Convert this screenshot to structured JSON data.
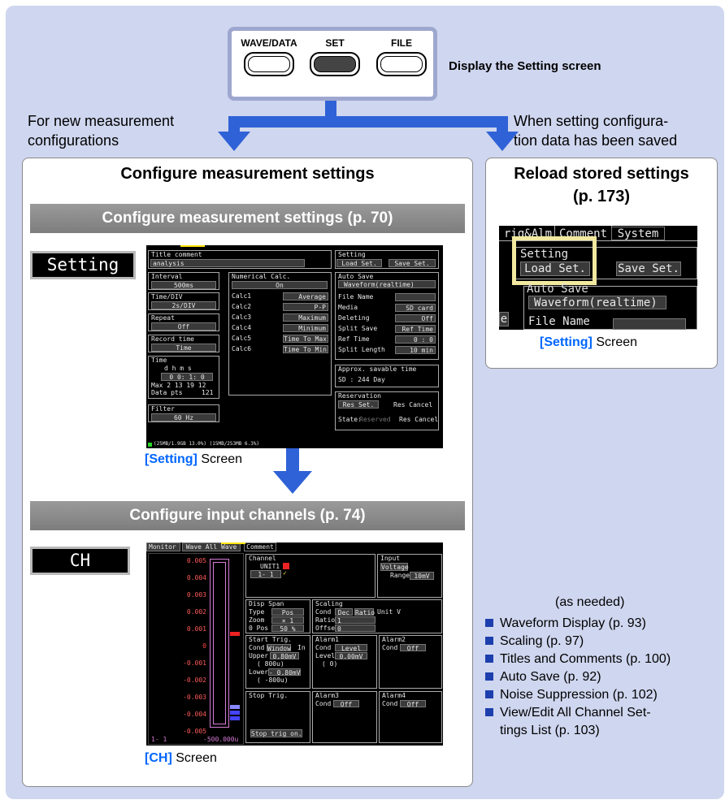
{
  "buttons": {
    "wave_data": "WAVE/DATA",
    "set": "SET",
    "file": "FILE",
    "display_setting_screen": "Display the Setting screen"
  },
  "branches": {
    "left": "For new measurement configurations",
    "left_l1": "For new measurement",
    "left_l2": "configurations",
    "right_l1": "When setting configura-",
    "right_l2": "tion data has been saved"
  },
  "left_panel": {
    "title": "Configure measurement settings",
    "bar1": "Configure measurement settings (p. 70)",
    "key1": "Setting",
    "caption1_key": "[Setting]",
    "caption1_rest": " Screen",
    "bar2": "Configure input channels (p. 74)",
    "key2": "CH",
    "caption2_key": "[CH]",
    "caption2_rest": " Screen"
  },
  "right_panel": {
    "title_l1": "Reload stored settings",
    "title_l2": "(p. 173)",
    "caption_key": "[Setting]",
    "caption_rest": " Screen",
    "zoom": {
      "tabs": [
        "rig&Alm",
        "Comment",
        "System"
      ],
      "setting": "Setting",
      "load": "Load Set.",
      "save": "Save Set.",
      "auto_save": "Auto Save",
      "waveform": "Waveform(realtime)",
      "file_name": "File Name",
      "edge": "e"
    }
  },
  "as_needed": {
    "header": "(as needed)",
    "items": [
      "Waveform Display (p. 93)",
      "Scaling (p. 97)",
      "Titles and Comments (p. 100)",
      "Auto Save (p. 92)",
      "Noise Suppression (p. 102)",
      "View/Edit All Channel Set-",
      "tings List (p. 103)"
    ]
  },
  "setting_screen": {
    "title_comment": "Title comment",
    "analysis": "analysis",
    "interval": "Interval",
    "interval_val": "500ms",
    "timediv": "Time/DIV",
    "timediv_val": "2s/DIV",
    "repeat": "Repeat",
    "repeat_val": "Off",
    "record_time": "Record time",
    "record_val": "Time",
    "time": "Time",
    "dhms": "d  h  m  s",
    "dhms_val": "0  0: 1: 0",
    "max": "Max   2 13 19 12",
    "data_pts": "Data pts",
    "data_pts_val": "121",
    "filter": "Filter",
    "filter_val": "60 Hz",
    "numcalc": "Numerical Calc.",
    "numcalc_val": "On",
    "calcs": [
      "Calc1",
      "Calc2",
      "Calc3",
      "Calc4",
      "Calc5",
      "Calc6"
    ],
    "calc_vals": [
      "Average",
      "P-P",
      "Maximum",
      "Minimum",
      "Time To Max",
      "Time To Min"
    ],
    "setting": "Setting",
    "load": "Load Set.",
    "save": "Save Set.",
    "auto_save": "Auto Save",
    "waveform": "Waveform(realtime)",
    "rows": [
      "File Name",
      "Media",
      "Deleting",
      "Split Save",
      "Ref Time",
      "Split Length"
    ],
    "row_vals": [
      "",
      "SD card",
      "Off",
      "Ref Time",
      "0 : 0",
      "10 min"
    ],
    "approx": "Approx. savable time",
    "sd": "SD : 244 Day",
    "reservation": "Reservation",
    "res_set": "Res Set.",
    "res_cancel": "Res Cancel",
    "state": "State:",
    "state_val": "Reserved",
    "state_res": "Res Cancel",
    "status": "(25MB/1.9GB 13.0%)  (15MB/253MB  6.3%)"
  },
  "ch_screen": {
    "tabs": [
      "Monitor",
      "Wave All Wave",
      "Comment"
    ],
    "yticks": [
      "0.005",
      "0.004",
      "0.003",
      "0.002",
      "0.001",
      "0",
      "-0.001",
      "-0.002",
      "-0.003",
      "-0.004",
      "-0.005"
    ],
    "bottom_left": "1- 1",
    "bottom_val": "-500.000u",
    "channel": "Channel",
    "unit": "UNIT1",
    "ch11": "1- 1",
    "input": "Input",
    "voltage": "Voltage",
    "range": "Range",
    "range_val": "10mV",
    "disp_span": "Disp Span",
    "type": "Type",
    "type_val": "Pos",
    "zoom": "Zoom",
    "zoom_val": "× 1",
    "zpos": "0 Pos",
    "zpos_val": "50 %",
    "scaling": "Scaling",
    "cond": "Cond",
    "dec": "Dec",
    "ratio_btn": "Ratio",
    "unit_v": "Unit V",
    "ratio": "Ratio",
    "ratio_val": "1",
    "offset": "Offset",
    "offset_val": "0",
    "start_trig": "Start Trig.",
    "window": "Window",
    "in": "In",
    "upper": "Upper",
    "upper_val": "0.80mV",
    "upper_u": "(       800u)",
    "lower": "Lower",
    "lower_val": "- 0.80mV",
    "lower_u": "(      -800u)",
    "alarm1": "Alarm1",
    "level": "Level",
    "level_val": "0.00mV",
    "paren0": "(          0)",
    "alarm2": "Alarm2",
    "off": "Off",
    "stop_trig": "Stop Trig.",
    "stop_on": "Stop trig on.",
    "alarm3": "Alarm3",
    "alarm4": "Alarm4"
  },
  "colors": {
    "background": "#cfd6ef",
    "arrow": "#2f62d6",
    "bar": "#8c8c8c",
    "link_blue": "#0066ff",
    "bullet": "#1d3fae",
    "highlight": "#f2e9a0"
  }
}
